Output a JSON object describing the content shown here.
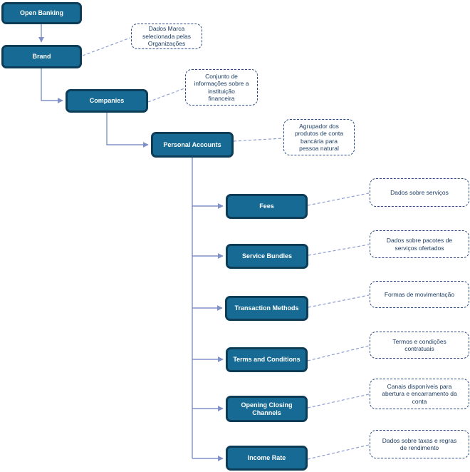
{
  "colors": {
    "node_fill": "#176a93",
    "node_border": "#0d3c57",
    "node_text": "#ffffff",
    "annotation_border": "#2b4a85",
    "annotation_text": "#17375e",
    "connector": "#7e90c8",
    "annotation_connector": "#8f9ed2",
    "background": "#ffffff"
  },
  "diagram": {
    "nodes": [
      {
        "id": "open-banking",
        "label": "Open Banking"
      },
      {
        "id": "brand",
        "label": "Brand"
      },
      {
        "id": "companies",
        "label": "Companies"
      },
      {
        "id": "personal-accounts",
        "label": "Personal Accounts"
      },
      {
        "id": "fees",
        "label": "Fees"
      },
      {
        "id": "service-bundles",
        "label": "Service Bundles"
      },
      {
        "id": "transaction-methods",
        "label": "Transaction Methods"
      },
      {
        "id": "terms-and-conditions",
        "label": "Terms and Conditions"
      },
      {
        "id": "opening-closing-channels",
        "label": "Opening Closing Channels"
      },
      {
        "id": "income-rate",
        "label": "Income Rate"
      }
    ],
    "annotations": [
      {
        "for": "brand",
        "text": "Dados Marca\nselecionada pelas\nOrganizações"
      },
      {
        "for": "companies",
        "text": "Conjunto de\ninformações sobre a\ninstituição\nfinanceira"
      },
      {
        "for": "personal-accounts",
        "text": "Agrupador dos\nprodutos de conta\nbancária para\npessoa natural"
      },
      {
        "for": "fees",
        "text": "Dados sobre serviços"
      },
      {
        "for": "service-bundles",
        "text": "Dados sobre pacotes de\nserviços ofertados"
      },
      {
        "for": "transaction-methods",
        "text": "Formas de movimentação"
      },
      {
        "for": "terms-and-conditions",
        "text": "Termos e condições\ncontratuais"
      },
      {
        "for": "opening-closing-channels",
        "text": "Canais disponíveis para\nabertura e encarramento da\nconta"
      },
      {
        "for": "income-rate",
        "text": "Dados sobre taxas e regras\nde rendimento"
      }
    ],
    "edges": [
      {
        "from": "open-banking",
        "to": "brand"
      },
      {
        "from": "brand",
        "to": "companies"
      },
      {
        "from": "companies",
        "to": "personal-accounts"
      },
      {
        "from": "personal-accounts",
        "to": "fees"
      },
      {
        "from": "personal-accounts",
        "to": "service-bundles"
      },
      {
        "from": "personal-accounts",
        "to": "transaction-methods"
      },
      {
        "from": "personal-accounts",
        "to": "terms-and-conditions"
      },
      {
        "from": "personal-accounts",
        "to": "opening-closing-channels"
      },
      {
        "from": "personal-accounts",
        "to": "income-rate"
      }
    ]
  }
}
